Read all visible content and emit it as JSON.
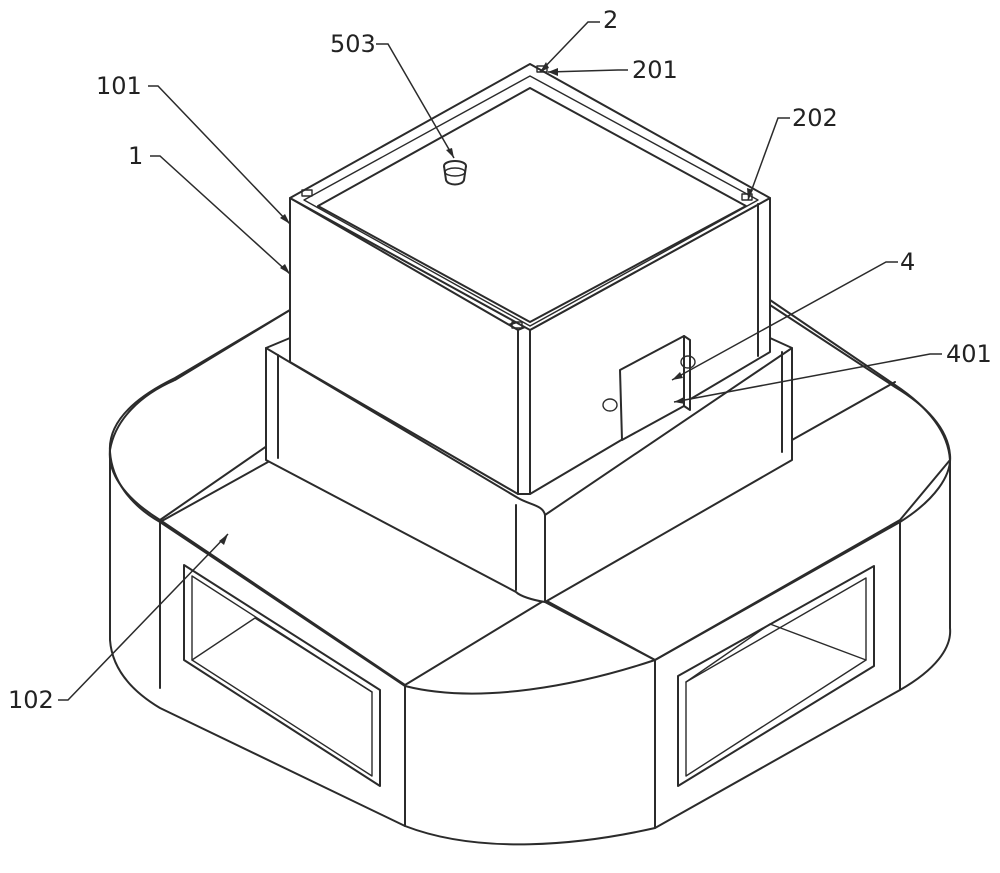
{
  "diagram": {
    "labels": {
      "l2": "2",
      "l503": "503",
      "l201": "201",
      "l101": "101",
      "l202": "202",
      "l1": "1",
      "l4": "4",
      "l401": "401",
      "l102": "102"
    },
    "line_color": "#2b2b2b",
    "background": "#ffffff"
  }
}
